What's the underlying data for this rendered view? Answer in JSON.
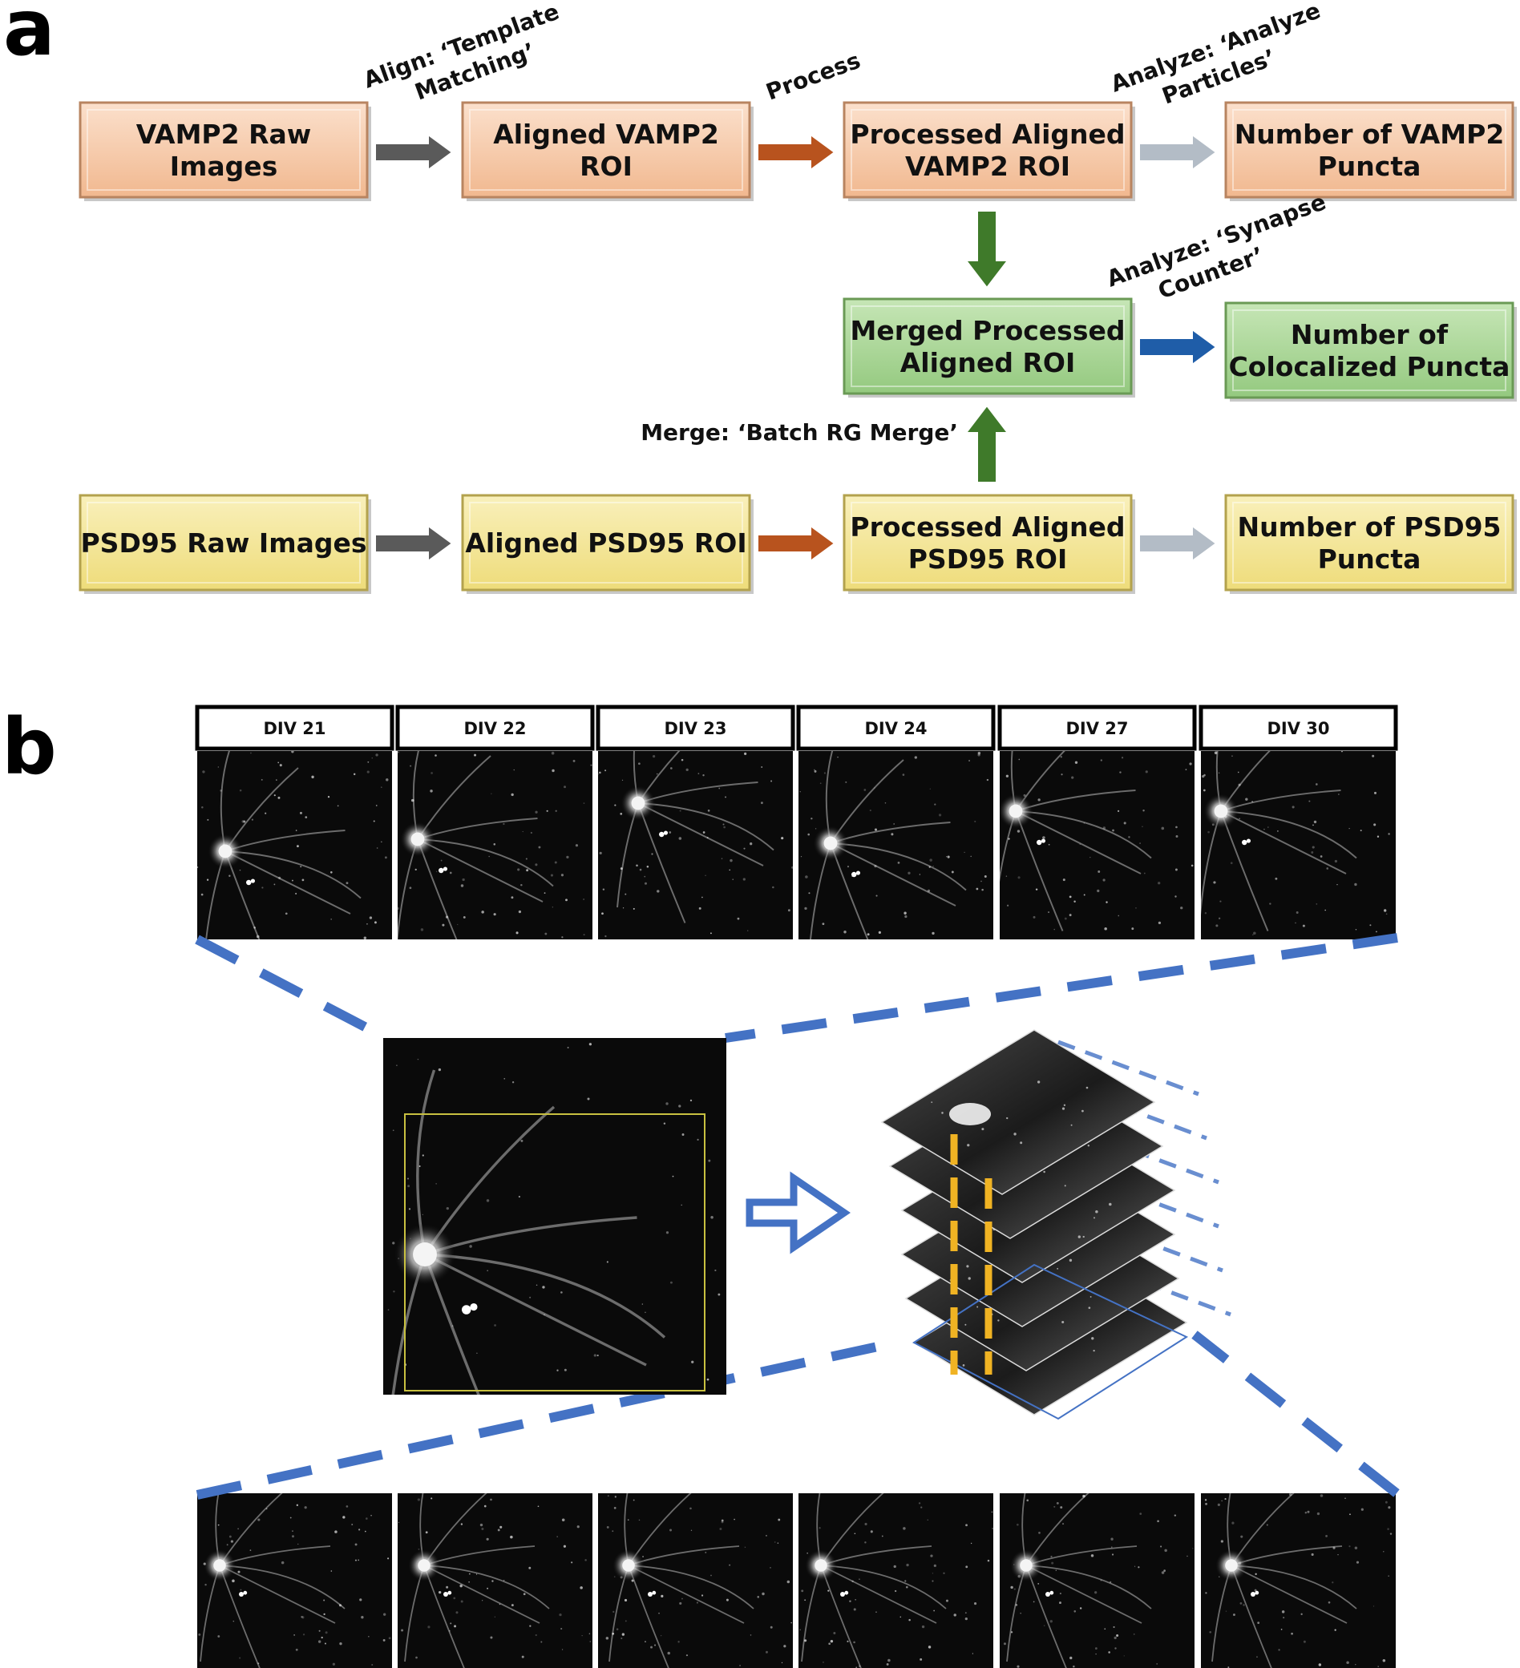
{
  "panel_a": {
    "letter": "a",
    "boxes": {
      "vamp2_raw": [
        "VAMP2 Raw",
        "Images"
      ],
      "vamp2_aligned": [
        "Aligned  VAMP2",
        "ROI"
      ],
      "vamp2_processed": [
        "Processed Aligned",
        "VAMP2 ROI"
      ],
      "vamp2_count": [
        "Number of VAMP2",
        "Puncta"
      ],
      "merged": [
        "Merged Processed",
        "Aligned ROI"
      ],
      "coloc_count": [
        "Number of",
        "Colocalized Puncta"
      ],
      "psd95_raw": [
        "PSD95 Raw Images"
      ],
      "psd95_aligned": [
        "Aligned  PSD95 ROI"
      ],
      "psd95_processed": [
        "Processed Aligned",
        "PSD95 ROI"
      ],
      "psd95_count": [
        "Number of PSD95",
        "Puncta"
      ]
    },
    "edge_labels": {
      "align": [
        "Align: ‘Template",
        "Matching’"
      ],
      "process": [
        "Process"
      ],
      "analyze_particles": [
        "Analyze: ‘Analyze",
        "Particles’"
      ],
      "synapse_counter": [
        "Analyze: ‘Synapse",
        "Counter’"
      ],
      "merge": [
        "Merge: ‘Batch RG Merge’"
      ]
    },
    "colors": {
      "vamp2_box": "#f7c9a8",
      "merged_box": "#a9d597",
      "psd95_box": "#f4e79a",
      "align_arrow": "#5a5a5a",
      "process_arrow": "#b8531e",
      "analyze_arrow": "#b3bcc6",
      "merge_arrow": "#3f7a2a",
      "synapse_arrow": "#1f5da8"
    }
  },
  "panel_b": {
    "letter": "b",
    "day_labels": [
      "DIV 21",
      "DIV 22",
      "DIV 23",
      "DIV 24",
      "DIV 27",
      "DIV 30"
    ],
    "colors": {
      "zoom_lines": "#4472c4",
      "stack_marker": "#f0b323",
      "roi_box": "#c8c040"
    }
  }
}
